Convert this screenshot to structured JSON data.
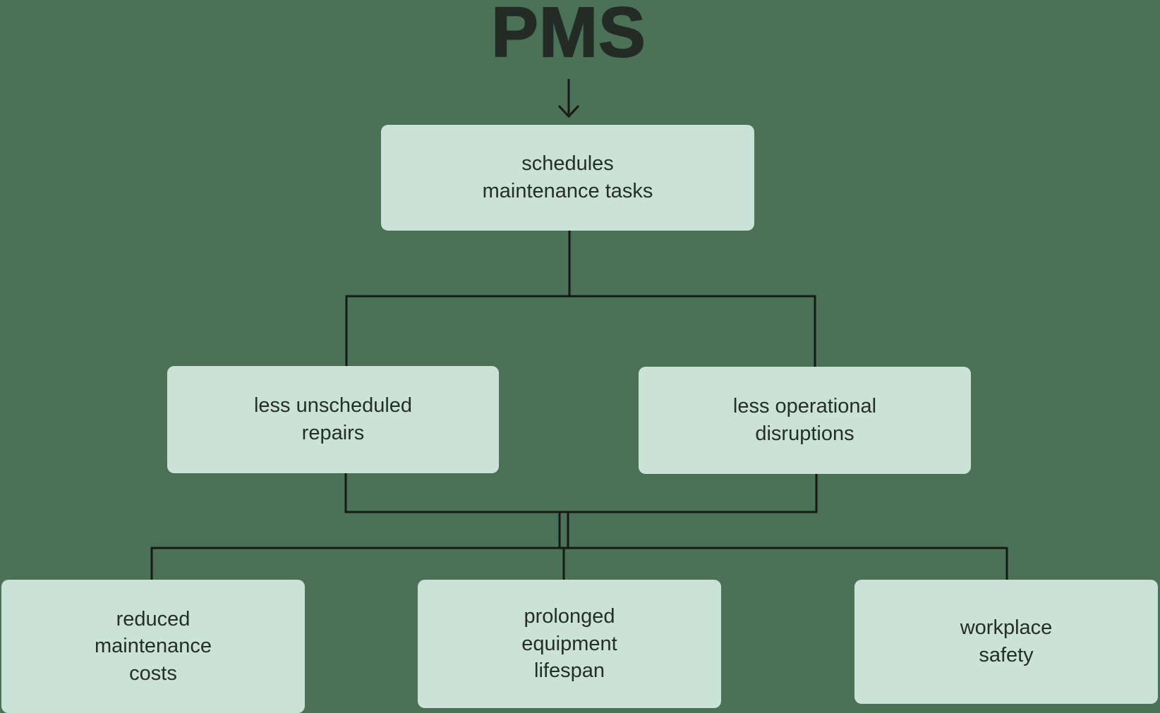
{
  "diagram": {
    "title": "PMS",
    "nodes": {
      "root": {
        "label": "schedules\nmaintenance tasks"
      },
      "mid_left": {
        "label": "less unscheduled\nrepairs"
      },
      "mid_right": {
        "label": "less operational\ndisruptions"
      },
      "bottom_left": {
        "label": "reduced\nmaintenance\ncosts"
      },
      "bottom_center": {
        "label": "prolonged\nequipment\nlifespan"
      },
      "bottom_right": {
        "label": "workplace\nsafety"
      }
    },
    "colors": {
      "background": "#4b7156",
      "node_fill": "#cbe2d8",
      "node_text": "#262e28",
      "connector": "#161a17",
      "title_text": "#242b26"
    }
  }
}
